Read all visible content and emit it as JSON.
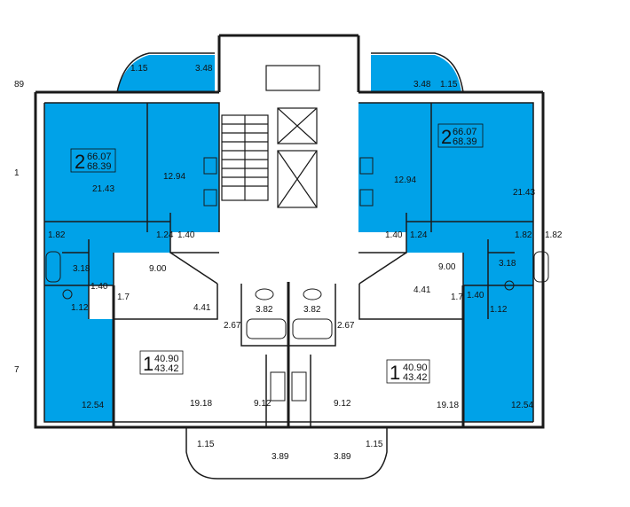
{
  "colors": {
    "highlight": "#00a2e8",
    "wall": "#1a1a1a",
    "background": "#ffffff"
  },
  "left_unit_2": {
    "rooms_count": "2",
    "area_living": "66.07",
    "area_total": "68.39",
    "rooms": {
      "balcony_a": "1.15",
      "balcony_b": "3.48",
      "living": "21.43",
      "kitchen": "12.94",
      "hall": "1.82",
      "closet_a": "1.24",
      "closet_b": "1.40",
      "bath": "3.18",
      "wc": "1.40",
      "corridor": "9.00",
      "small": "1.12",
      "bedroom": "12.54"
    }
  },
  "right_unit_2": {
    "rooms_count": "2",
    "area_living": "66.07",
    "area_total": "68.39",
    "rooms": {
      "balcony_a": "3.48",
      "balcony_b": "1.15",
      "kitchen": "12.94",
      "living": "21.43",
      "closet_a": "1.40",
      "closet_b": "1.24",
      "hall": "1.82",
      "bath": "3.18",
      "corridor": "9.00",
      "wc": "1.40",
      "small": "1.12",
      "bedroom": "12.54"
    }
  },
  "left_unit_1": {
    "rooms_count": "1",
    "area_living": "40.90",
    "area_total": "43.42",
    "rooms": {
      "niche": "1.7",
      "hall": "4.41",
      "bath": "3.82",
      "wc": "2.67",
      "room": "19.18",
      "kitchen": "9.12",
      "balcony_a": "1.15",
      "balcony_b": "3.89"
    }
  },
  "right_unit_1": {
    "rooms_count": "1",
    "area_living": "40.90",
    "area_total": "43.42",
    "rooms": {
      "hall": "4.41",
      "niche": "1.7",
      "bath": "3.82",
      "wc": "2.67",
      "room": "19.18",
      "kitchen": "9.12",
      "balcony_a": "3.89",
      "balcony_b": "1.15"
    }
  },
  "edge_labels": {
    "left_top": "89",
    "left_mid": "1",
    "left_low": "7",
    "right_mid": "1.82"
  }
}
